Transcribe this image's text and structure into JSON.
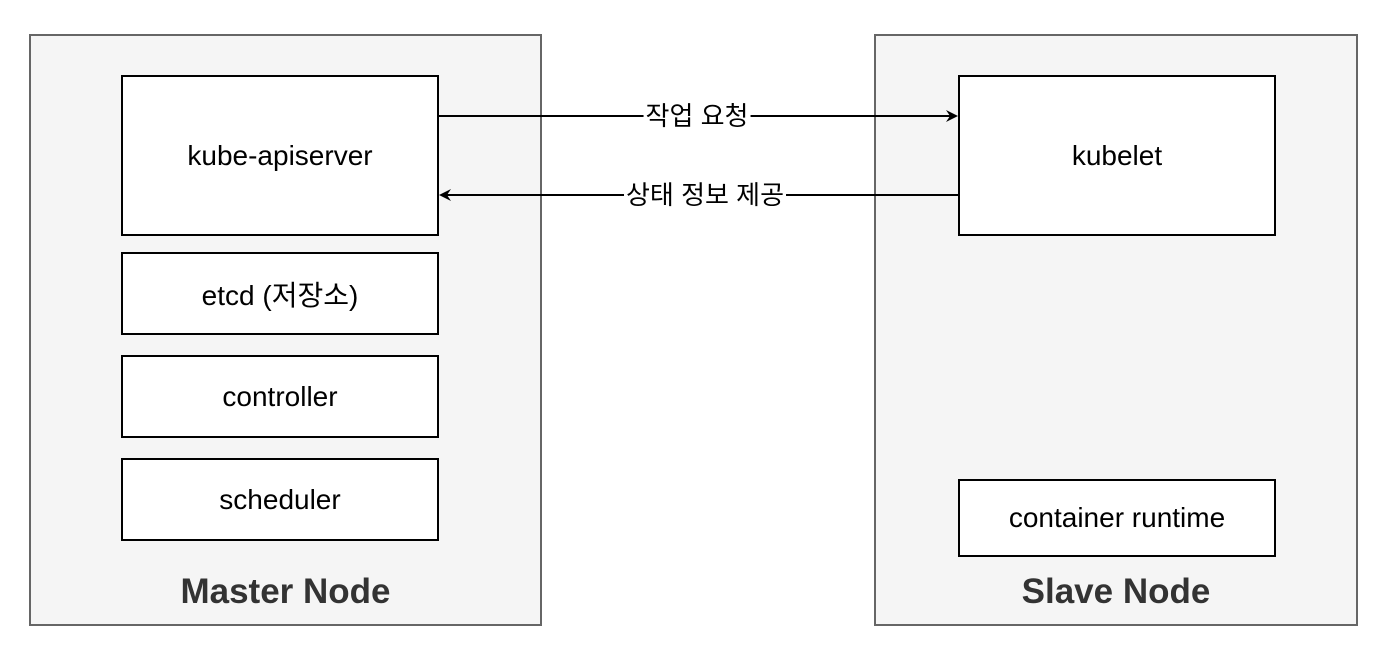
{
  "master_node": {
    "title": "Master Node",
    "components": {
      "apiserver": "kube-apiserver",
      "etcd": "etcd (저장소)",
      "controller": "controller",
      "scheduler": "scheduler"
    }
  },
  "slave_node": {
    "title": "Slave Node",
    "components": {
      "kubelet": "kubelet",
      "container_runtime": "container runtime"
    }
  },
  "edges": {
    "request_label": "작업 요청",
    "status_label": "상태 정보 제공"
  },
  "colors": {
    "group_fill": "#f5f5f5",
    "group_border": "#666666",
    "box_border": "#000000",
    "title_text": "#333333"
  }
}
